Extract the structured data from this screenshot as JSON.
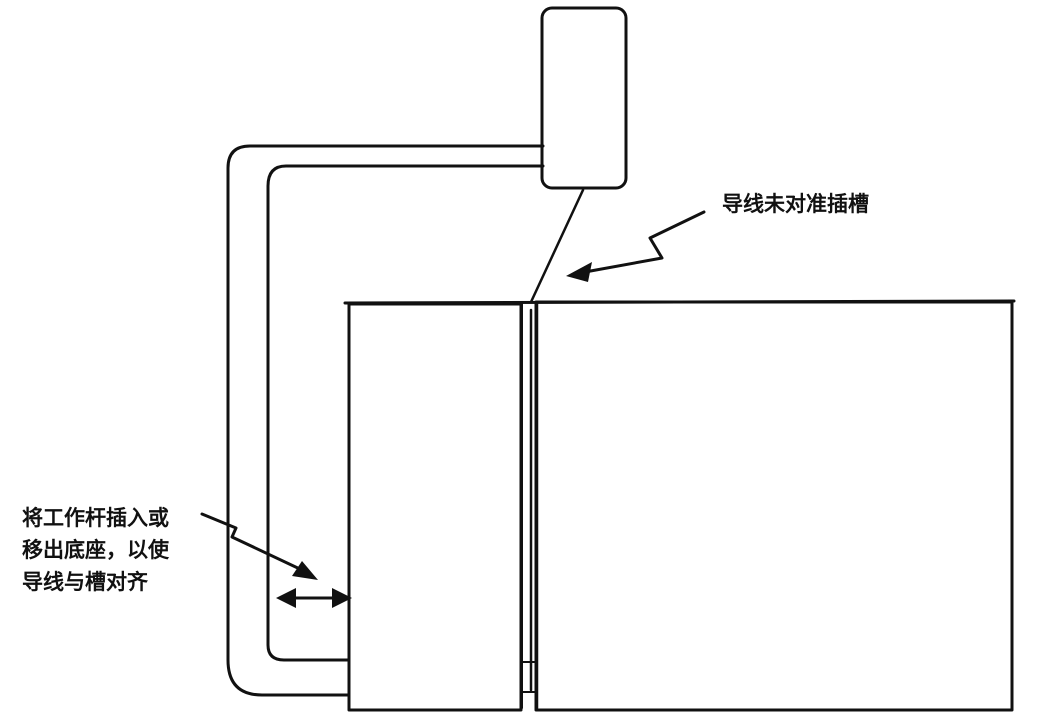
{
  "labels": {
    "wire_misaligned": "导线未对准插槽",
    "adjust_instruction": [
      "将工作杆插入或",
      "移出底座，以使",
      "导线与槽对齐"
    ]
  },
  "colors": {
    "line": "#111111",
    "background": "#ffffff"
  }
}
